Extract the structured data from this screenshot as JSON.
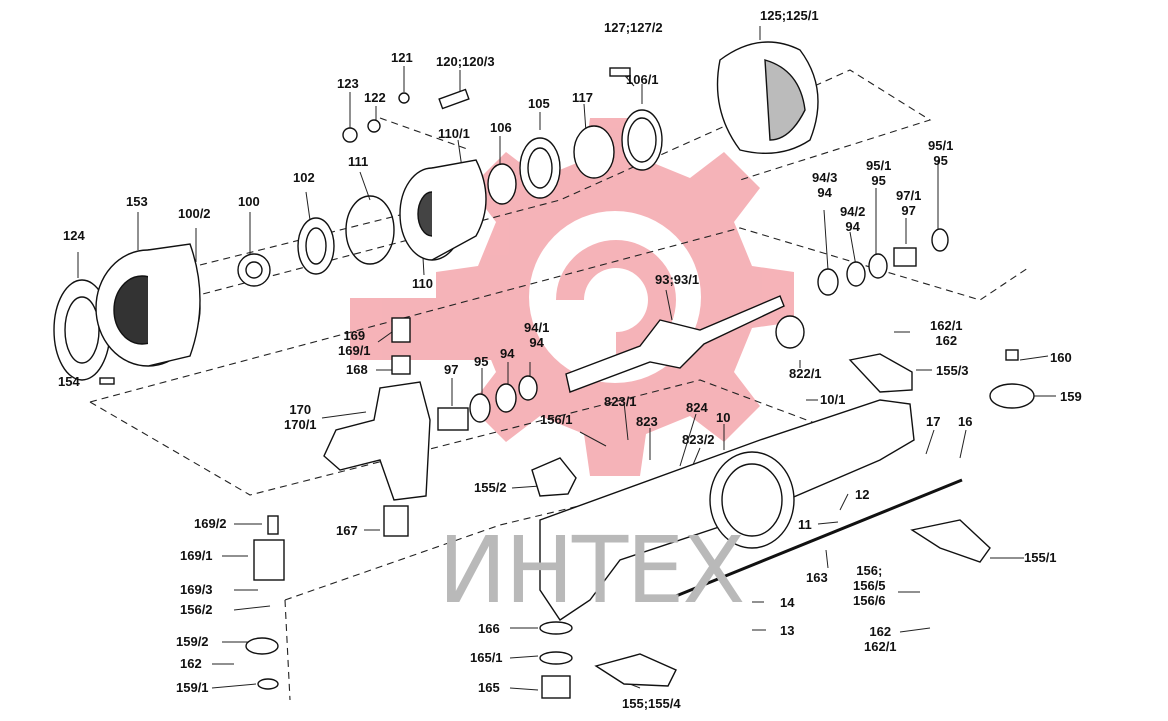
{
  "watermark": {
    "text": "ИНТЕХ",
    "color": "#b9b9b9",
    "emblem_color": "#f4a6ac"
  },
  "parts": [
    {
      "id": "p124",
      "lines": [
        "124"
      ]
    },
    {
      "id": "p153",
      "lines": [
        "153"
      ]
    },
    {
      "id": "p100_2",
      "lines": [
        "100/2"
      ]
    },
    {
      "id": "p100",
      "lines": [
        "100"
      ]
    },
    {
      "id": "p102",
      "lines": [
        "102"
      ]
    },
    {
      "id": "p111",
      "lines": [
        "111"
      ]
    },
    {
      "id": "p110",
      "lines": [
        "110"
      ]
    },
    {
      "id": "p123",
      "lines": [
        "123"
      ]
    },
    {
      "id": "p122",
      "lines": [
        "122"
      ]
    },
    {
      "id": "p121",
      "lines": [
        "121"
      ]
    },
    {
      "id": "p120",
      "lines": [
        "120;120/3"
      ]
    },
    {
      "id": "p110_1",
      "lines": [
        "110/1"
      ]
    },
    {
      "id": "p106",
      "lines": [
        "106"
      ]
    },
    {
      "id": "p105",
      "lines": [
        "105"
      ]
    },
    {
      "id": "p117",
      "lines": [
        "117"
      ]
    },
    {
      "id": "p127",
      "lines": [
        "127;127/2"
      ]
    },
    {
      "id": "p106_1",
      "lines": [
        "106/1"
      ]
    },
    {
      "id": "p125",
      "lines": [
        "125;125/1"
      ]
    },
    {
      "id": "p154",
      "lines": [
        "154"
      ]
    },
    {
      "id": "p169",
      "lines": [
        "169",
        "169/1"
      ]
    },
    {
      "id": "p168",
      "lines": [
        "168"
      ]
    },
    {
      "id": "p170",
      "lines": [
        "170",
        "170/1"
      ]
    },
    {
      "id": "p97a",
      "lines": [
        "97"
      ]
    },
    {
      "id": "p95a",
      "lines": [
        "95"
      ]
    },
    {
      "id": "p94a",
      "lines": [
        "94"
      ]
    },
    {
      "id": "p94_1",
      "lines": [
        "94/1",
        "94"
      ]
    },
    {
      "id": "p93",
      "lines": [
        "93;93/1"
      ]
    },
    {
      "id": "p94_3",
      "lines": [
        "94/3",
        "94"
      ]
    },
    {
      "id": "p94_2",
      "lines": [
        "94/2",
        "94"
      ]
    },
    {
      "id": "p95_1",
      "lines": [
        "95/1",
        "95"
      ]
    },
    {
      "id": "p97_1",
      "lines": [
        "97/1",
        "97"
      ]
    },
    {
      "id": "p95_1b",
      "lines": [
        "95/1",
        "95"
      ]
    },
    {
      "id": "p162_1a",
      "lines": [
        "162/1",
        "162"
      ]
    },
    {
      "id": "p160",
      "lines": [
        "160"
      ]
    },
    {
      "id": "p155_3",
      "lines": [
        "155/3"
      ]
    },
    {
      "id": "p159",
      "lines": [
        "159"
      ]
    },
    {
      "id": "p822_1",
      "lines": [
        "822/1"
      ]
    },
    {
      "id": "p10_1",
      "lines": [
        "10/1"
      ]
    },
    {
      "id": "p823_1",
      "lines": [
        "823/1"
      ]
    },
    {
      "id": "p823",
      "lines": [
        "823"
      ]
    },
    {
      "id": "p824",
      "lines": [
        "824"
      ]
    },
    {
      "id": "p10",
      "lines": [
        "10"
      ]
    },
    {
      "id": "p823_2",
      "lines": [
        "823/2"
      ]
    },
    {
      "id": "p156_1",
      "lines": [
        "156/1"
      ]
    },
    {
      "id": "p155_2",
      "lines": [
        "155/2"
      ]
    },
    {
      "id": "p17",
      "lines": [
        "17"
      ]
    },
    {
      "id": "p16",
      "lines": [
        "16"
      ]
    },
    {
      "id": "p12",
      "lines": [
        "12"
      ]
    },
    {
      "id": "p11",
      "lines": [
        "11"
      ]
    },
    {
      "id": "p163",
      "lines": [
        "163"
      ]
    },
    {
      "id": "p155_1",
      "lines": [
        "155/1"
      ]
    },
    {
      "id": "p156",
      "lines": [
        "156;",
        "156/5",
        "156/6"
      ]
    },
    {
      "id": "p162b",
      "lines": [
        "162",
        "162/1"
      ]
    },
    {
      "id": "p14",
      "lines": [
        "14"
      ]
    },
    {
      "id": "p13",
      "lines": [
        "13"
      ]
    },
    {
      "id": "p167",
      "lines": [
        "167"
      ]
    },
    {
      "id": "p169_2",
      "lines": [
        "169/2"
      ]
    },
    {
      "id": "p169_1b",
      "lines": [
        "169/1"
      ]
    },
    {
      "id": "p169_3",
      "lines": [
        "169/3"
      ]
    },
    {
      "id": "p156_2",
      "lines": [
        "156/2"
      ]
    },
    {
      "id": "p159_2",
      "lines": [
        "159/2"
      ]
    },
    {
      "id": "p162c",
      "lines": [
        "162"
      ]
    },
    {
      "id": "p159_1",
      "lines": [
        "159/1"
      ]
    },
    {
      "id": "p166",
      "lines": [
        "166"
      ]
    },
    {
      "id": "p165_1",
      "lines": [
        "165/1"
      ]
    },
    {
      "id": "p165",
      "lines": [
        "165"
      ]
    },
    {
      "id": "p155_4",
      "lines": [
        "155;155/4"
      ]
    }
  ]
}
